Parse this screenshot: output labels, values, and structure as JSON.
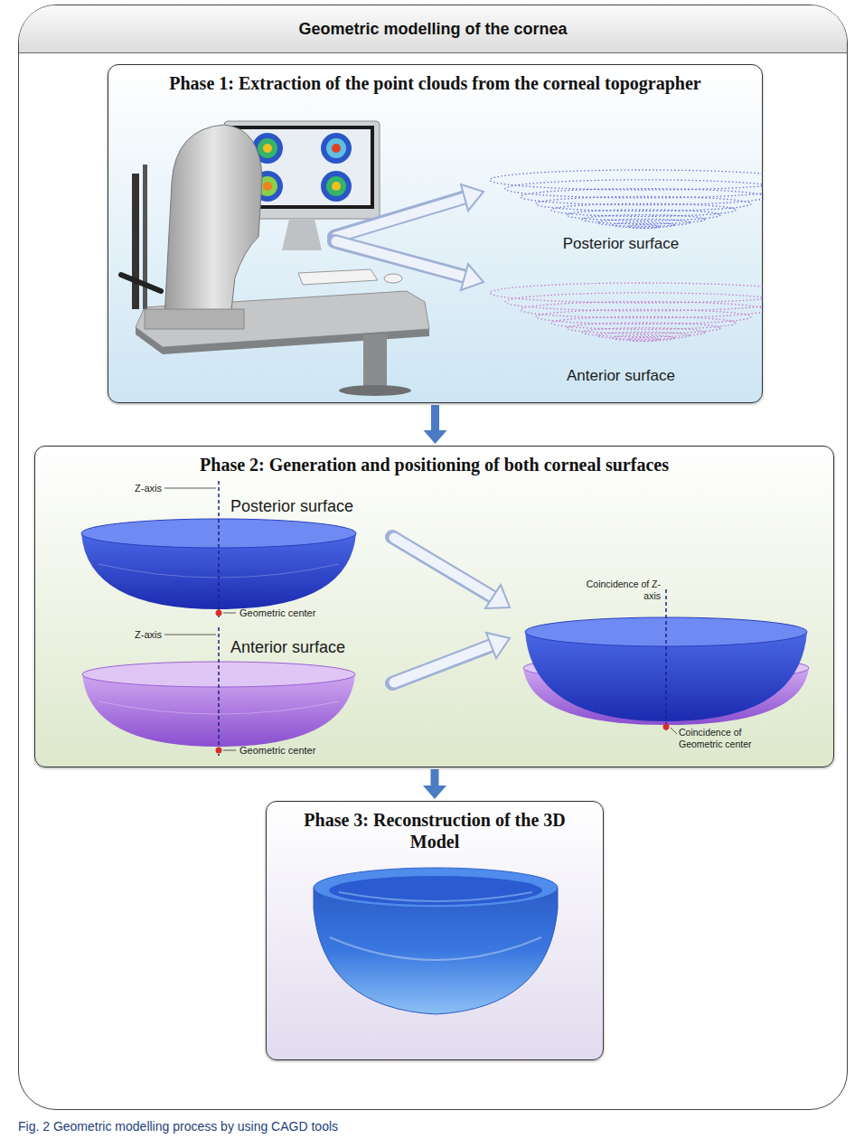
{
  "diagram": {
    "caption": "Fig. 2 Geometric modelling process by using CAGD tools",
    "nodes": [
      {
        "text": [
          "Geometric modelling of the cornea"
        ]
      },
      {
        "text": [
          "Phase 1: Extraction of the point clouds from the corneal topographer"
        ],
        "in": 0
      },
      {
        "text": [
          "Phase 2: Generation and positioning of both corneal surfaces"
        ],
        "in": 0
      },
      {
        "text": [
          "Phase 3: Reconstruction of the 3D Model"
        ],
        "in": 0
      }
    ],
    "edges": [
      {
        "from": 1,
        "to": 2,
        "arrow": "to"
      },
      {
        "from": 2,
        "to": 3,
        "arrow": "to"
      }
    ],
    "labels": [
      "Posterior surface",
      "Anterior surface",
      "Z-axis",
      "Posterior surface",
      "Geometric center",
      "Z-axis",
      "Anterior surface",
      "Geometric center",
      "Coincidence of Z-axis",
      "Coincidence of Geometric center"
    ]
  }
}
